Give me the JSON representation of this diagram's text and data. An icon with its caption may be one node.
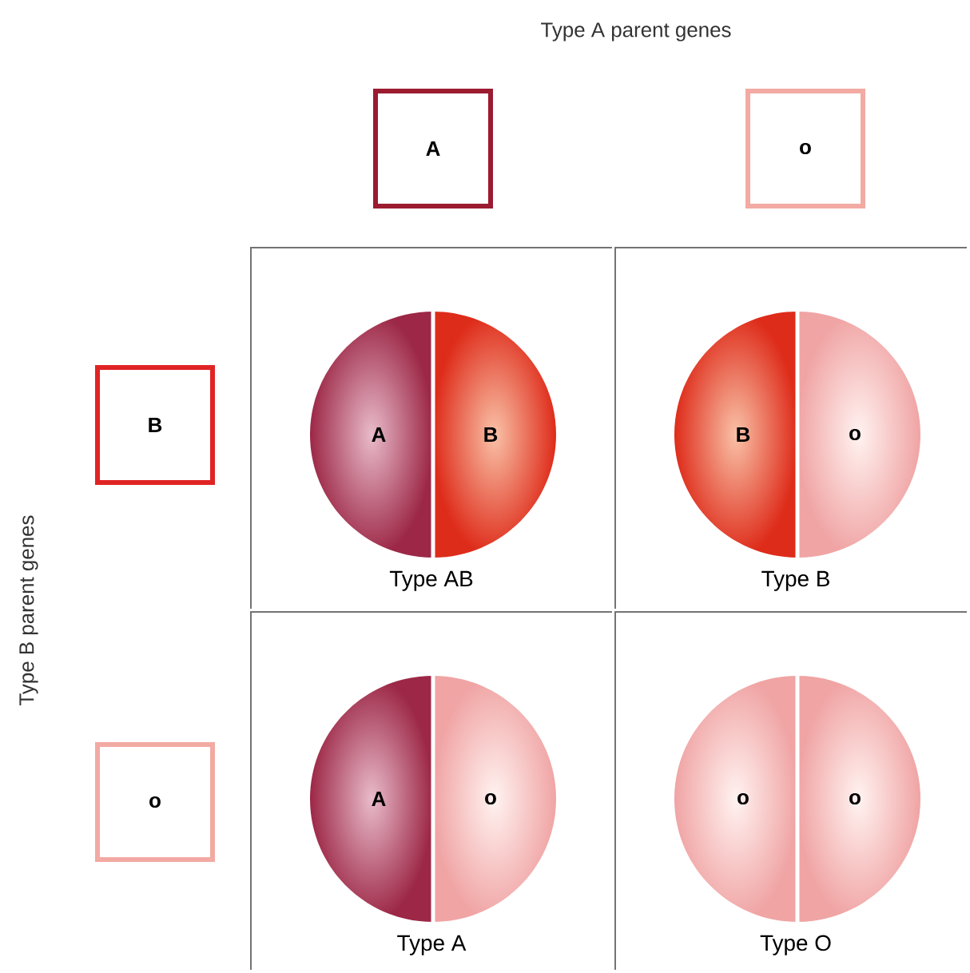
{
  "diagram": {
    "nodes": [
      {
        "text": [
          "A"
        ]
      },
      {
        "text": [
          "o"
        ]
      },
      {
        "text": [
          "B"
        ]
      },
      {
        "text": [
          "o"
        ]
      },
      {
        "text": [
          "Type AB"
        ]
      },
      {
        "text": [
          "A",
          "B"
        ],
        "in": 4
      },
      {
        "text": [
          "Type B"
        ]
      },
      {
        "text": [
          "B",
          "o"
        ],
        "in": 6
      },
      {
        "text": [
          "Type A"
        ]
      },
      {
        "text": [
          "A",
          "o"
        ],
        "in": 8
      },
      {
        "text": [
          "Type O"
        ]
      },
      {
        "text": [
          "o",
          "o"
        ],
        "in": 10
      }
    ],
    "labels": [
      "Type A parent genes",
      "Type B parent genes"
    ]
  }
}
